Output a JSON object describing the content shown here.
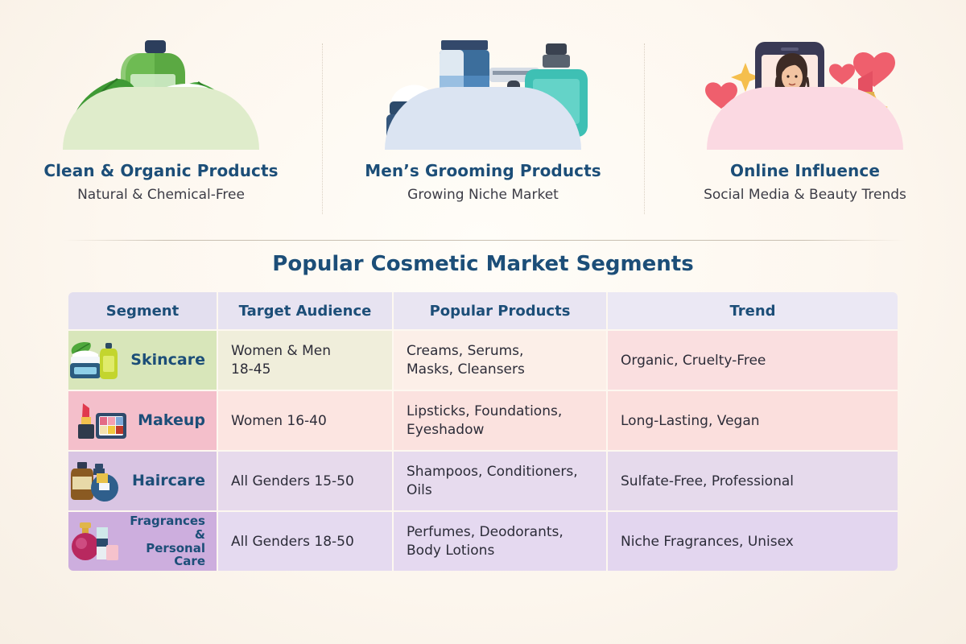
{
  "features": [
    {
      "icon": "clean-organic-products-illustration",
      "title": "Clean & Organic Products",
      "subtitle": "Natural & Chemical-Free",
      "arc_color": "#dfeccb"
    },
    {
      "icon": "mens-grooming-products-illustration",
      "title": "Men’s Grooming Products",
      "subtitle": "Growing Niche Market",
      "arc_color": "#dbe4f2"
    },
    {
      "icon": "online-influence-illustration",
      "title": "Online Influence",
      "subtitle": "Social Media & Beauty Trends",
      "arc_color": "#fbd9e2"
    }
  ],
  "section": {
    "title": "Popular Cosmetic Market Segments"
  },
  "table": {
    "headers": [
      "Segment",
      "Target Audience",
      "Popular Products",
      "Trend"
    ],
    "rows": [
      {
        "icon": "skincare-icon",
        "segment": "Skincare",
        "audience": "Women & Men\n18-45",
        "products": "Creams, Serums,\nMasks, Cleansers",
        "trend": "Organic, Cruelty-Free"
      },
      {
        "icon": "makeup-icon",
        "segment": "Makeup",
        "audience": "Women 16-40",
        "products": "Lipsticks, Foundations,\nEyeshadow",
        "trend": "Long-Lasting, Vegan"
      },
      {
        "icon": "haircare-icon",
        "segment": "Haircare",
        "audience": "All Genders 15-50",
        "products": "Shampoos, Conditioners,\nOils",
        "trend": "Sulfate-Free, Professional"
      },
      {
        "icon": "fragrances-personal-care-icon",
        "segment": "Fragrances &\nPersonal Care",
        "audience": "All Genders 18-50",
        "products": "Perfumes, Deodorants,\nBody Lotions",
        "trend": "Niche Fragrances, Unisex"
      }
    ]
  },
  "colors": {
    "background": "#fdf8f0",
    "heading": "#1c4e78",
    "body_text": "#2c2c38",
    "header_band": "#e3dfef"
  }
}
